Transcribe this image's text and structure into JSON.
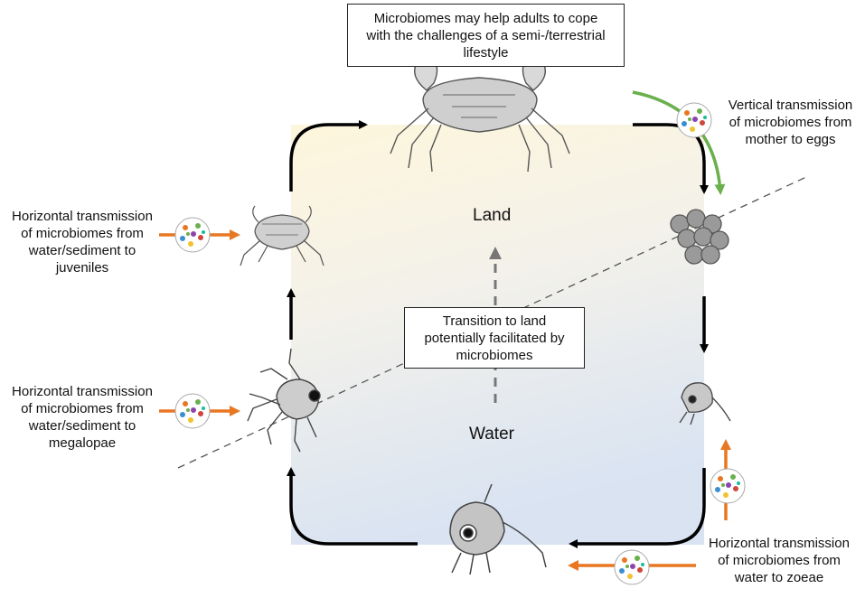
{
  "top_box": {
    "lines": [
      "Microbiomes may help adults to cope",
      "with the challenges of a semi-/terrestrial",
      "lifestyle"
    ]
  },
  "center_box": {
    "lines": [
      "Transition to land",
      "potentially facilitated by",
      "microbiomes"
    ]
  },
  "zones": {
    "land": "Land",
    "water": "Water"
  },
  "notes": {
    "vertical": [
      "Vertical transmission",
      "of microbiomes from",
      "mother to eggs"
    ],
    "juveniles": [
      "Horizontal transmission",
      "of microbiomes from",
      "water/sediment to",
      "juveniles"
    ],
    "megalopae": [
      "Horizontal transmission",
      "of microbiomes from",
      "water/sediment to",
      "megalopae"
    ],
    "zoeae": [
      "Horizontal transmission",
      "of microbiomes from",
      "water to zoeae"
    ]
  },
  "colors": {
    "cycle_arrow": "#000000",
    "horizontal_arrow": "#e87722",
    "vertical_arrow": "#6ab04c",
    "land_tint": "#fdf5dd",
    "water_tint": "#dde6f3",
    "dashed": "#555555"
  },
  "icons": [
    "microbiome-icon",
    "adult-crab-icon",
    "juvenile-crab-icon",
    "egg-cluster-icon",
    "zoea-icon",
    "megalopa-icon"
  ]
}
